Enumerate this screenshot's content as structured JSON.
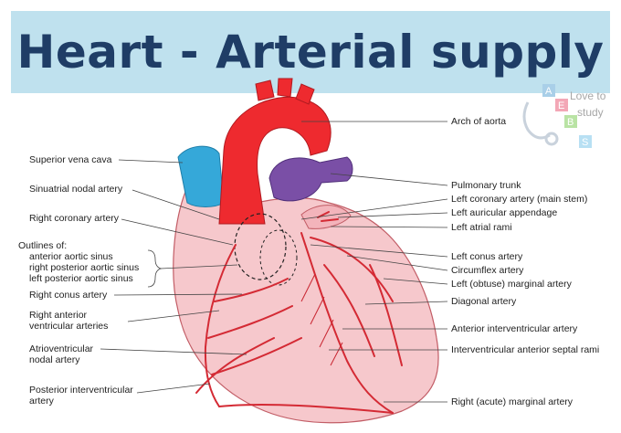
{
  "title": "Heart - Arterial supply",
  "logo": {
    "line1": "Love to",
    "line2": "study",
    "letters": [
      "A",
      "E",
      "B",
      "S"
    ]
  },
  "labels_left": {
    "superior_vena_cava": "Superior vena cava",
    "sinuatrial_nodal_artery": "Sinuatrial nodal artery",
    "right_coronary_artery": "Right coronary artery",
    "outlines_of": "Outlines of:",
    "anterior_aortic_sinus": "anterior aortic sinus",
    "right_posterior_aortic_sinus": "right posterior aortic sinus",
    "left_posterior_aortic_sinus": "left posterior aortic sinus",
    "right_conus_artery": "Right conus artery",
    "right_anterior_1": "Right anterior",
    "right_anterior_2": "ventricular arteries",
    "atrioventricular_1": "Atrioventricular",
    "atrioventricular_2": "nodal artery",
    "posterior_interventricular_1": "Posterior interventricular",
    "posterior_interventricular_2": "artery"
  },
  "labels_right": {
    "arch_of_aorta": "Arch of aorta",
    "pulmonary_trunk": "Pulmonary trunk",
    "left_coronary_artery": "Left coronary artery (main stem)",
    "left_auricular_appendage": "Left auricular appendage",
    "left_atrial_rami": "Left atrial rami",
    "left_conus_artery": "Left conus artery",
    "circumflex_artery": "Circumflex artery",
    "left_obtuse_marginal": "Left (obtuse) marginal artery",
    "diagonal_artery": "Diagonal artery",
    "anterior_interventricular": "Anterior interventricular artery",
    "interventricular_septal_rami": "Interventricular anterior septal rami",
    "right_acute_marginal": "Right (acute) marginal artery"
  },
  "colors": {
    "title_band": "#bfe1ee",
    "title_text": "#1f3d66",
    "aorta": "#ee2a2f",
    "pulmonary": "#7a4fa6",
    "vena_cava": "#35a8d9",
    "heart_fill": "#f6c8cc",
    "vessel": "#d42a34"
  }
}
